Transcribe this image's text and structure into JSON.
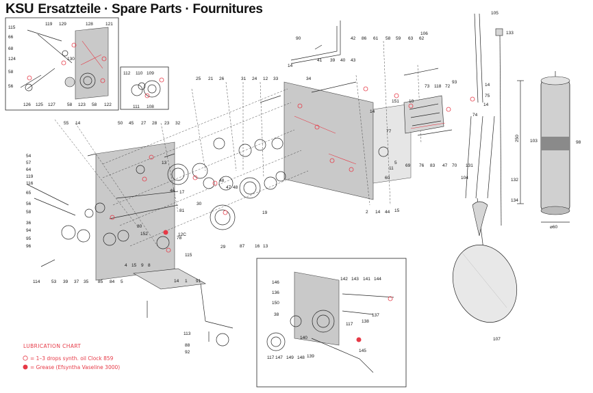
{
  "header": {
    "brand": "KSU",
    "title": "Ersatzteile · Spare Parts · Fournitures"
  },
  "legend": {
    "title": "LUBRICATION CHART",
    "oil_text": "= 1–3 drops synth. oil Clock 859",
    "grease_text": "= Grease (Efsyntha Vaseline 3000)",
    "oil_color": "#e63946",
    "grease_color": "#e63946"
  },
  "dimensions": {
    "height": "250",
    "diameter": "⌀60"
  },
  "labels": {
    "inset_top_left": [
      "115",
      "119",
      "129",
      "128",
      "121",
      "66",
      "68",
      "124",
      "130",
      "58",
      "56",
      "126",
      "125",
      "127",
      "58",
      "123",
      "58",
      "122"
    ],
    "inset_small": [
      "112",
      "110",
      "109",
      "111",
      "108"
    ],
    "top_center": [
      "90",
      "42",
      "86",
      "61",
      "58",
      "59",
      "63",
      "62",
      "106",
      "105",
      "133",
      "14",
      "41",
      "39",
      "40",
      "43",
      "93",
      "72",
      "14",
      "75",
      "73",
      "118",
      "14",
      "74"
    ],
    "upper_row": [
      "25",
      "21",
      "26",
      "31",
      "24",
      "12",
      "33",
      "34",
      "10",
      "151",
      "14",
      "77",
      "60",
      "76",
      "83",
      "47",
      "70",
      "131"
    ],
    "left_column": [
      "55",
      "14",
      "50",
      "45",
      "27",
      "28",
      "23",
      "32",
      "54",
      "57",
      "64",
      "119",
      "116",
      "65",
      "56",
      "58",
      "36",
      "94",
      "95",
      "96"
    ],
    "middle": [
      "13",
      "48",
      "46",
      "47",
      "48",
      "17",
      "81",
      "30",
      "19",
      "87",
      "16",
      "13",
      "2",
      "14",
      "44",
      "15",
      "11",
      "5",
      "69",
      "29"
    ],
    "lower_left": [
      "114",
      "53",
      "39",
      "37",
      "35",
      "85",
      "84",
      "5",
      "4",
      "15",
      "9",
      "8",
      "14",
      "1",
      "91",
      "113",
      "88",
      "92",
      "80",
      "12C",
      "152",
      "78",
      "115"
    ],
    "pendulum": [
      "104",
      "132",
      "134",
      "103",
      "98",
      "107"
    ],
    "inset_bottom": [
      "146",
      "136",
      "150",
      "142",
      "143",
      "141",
      "144",
      "38",
      "137",
      "117",
      "138",
      "140",
      "117",
      "147",
      "149",
      "148",
      "139",
      "145"
    ]
  }
}
